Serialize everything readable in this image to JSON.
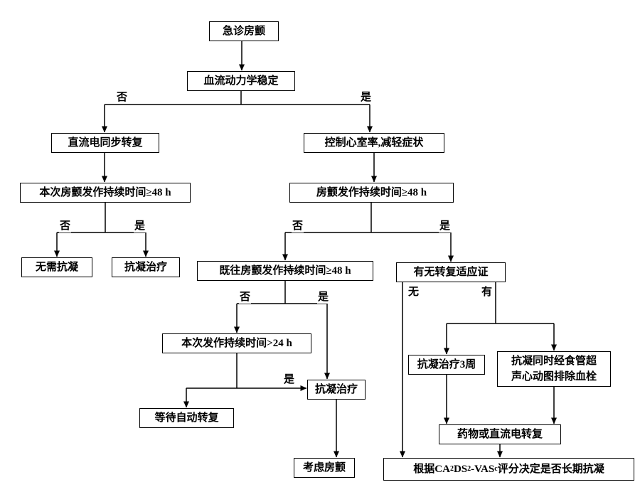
{
  "nodes": {
    "emergency_af": "急诊房颤",
    "hemodynamic_stable": "血流动力学稳定",
    "dc_sync_cardioversion": "直流电同步转复",
    "current_af_duration_48": "本次房颤发作持续时间≥48 h",
    "no_anticoagulation": "无需抗凝",
    "anticoagulation_a": "抗凝治疗",
    "rate_control": "控制心室率,减轻症状",
    "af_duration_48": "房颤发作持续时间≥48 h",
    "previous_af_duration_48": "既往房颤发作持续时间≥48 h",
    "cardioversion_indication": "有无转复适应证",
    "current_episode_24": "本次发作持续时间>24 h",
    "anticoagulation_b": "抗凝治疗",
    "wait_spontaneous": "等待自动转复",
    "anticoag_3_weeks": "抗凝治疗3周",
    "tee_line1": "抗凝同时经食管超",
    "tee_line2": "声心动图排除血栓",
    "consider_af": "考虑房颤",
    "drug_or_dc": "药物或直流电转复",
    "final": {
      "prefix": "根据CA",
      "sub1": "2",
      "mid1": "DS",
      "sub2": "2",
      "mid2": "-VAS",
      "sub3": "c",
      "suffix": "评分决定是否长期抗凝"
    }
  },
  "labels": {
    "no": "否",
    "yes": "是",
    "none": "无",
    "have": "有"
  }
}
